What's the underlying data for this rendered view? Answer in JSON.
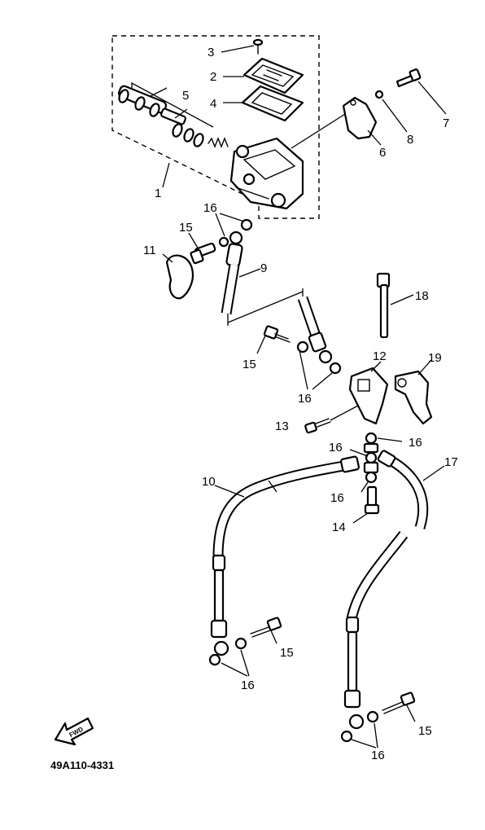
{
  "diagram": {
    "part_code": "49A110-4331",
    "fwd_text": "FWD",
    "callouts": {
      "c1": "1",
      "c2": "2",
      "c3": "3",
      "c4": "4",
      "c5": "5",
      "c6": "6",
      "c7": "7",
      "c8": "8",
      "c9": "9",
      "c10": "10",
      "c11": "11",
      "c12": "12",
      "c13": "13",
      "c14": "14",
      "c15a": "15",
      "c15b": "15",
      "c15c": "15",
      "c15d": "15",
      "c16a": "16",
      "c16b": "16",
      "c16c": "16",
      "c16d": "16",
      "c16e": "16",
      "c16f": "16",
      "c16g": "16",
      "c17": "17",
      "c18": "18",
      "c19": "19"
    }
  }
}
